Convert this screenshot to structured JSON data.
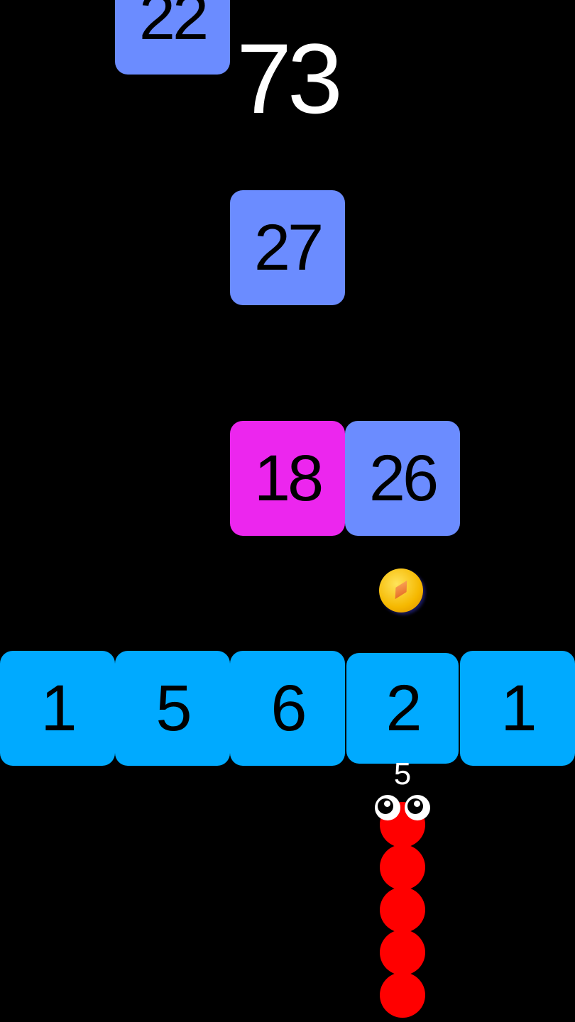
{
  "score": "73",
  "snake_length": "5",
  "colors": {
    "blue_block": "#6B8CFF",
    "magenta_block": "#EC26EE",
    "wall_block": "#00AAFF",
    "snake": "#FF0000"
  },
  "blocks": [
    {
      "value": "22",
      "color": "blue"
    },
    {
      "value": "27",
      "color": "blue"
    },
    {
      "value": "18",
      "color": "magenta"
    },
    {
      "value": "26",
      "color": "blue"
    }
  ],
  "wall_row": [
    "1",
    "5",
    "6",
    "2",
    "1"
  ],
  "pickup_icon": "coin-icon"
}
